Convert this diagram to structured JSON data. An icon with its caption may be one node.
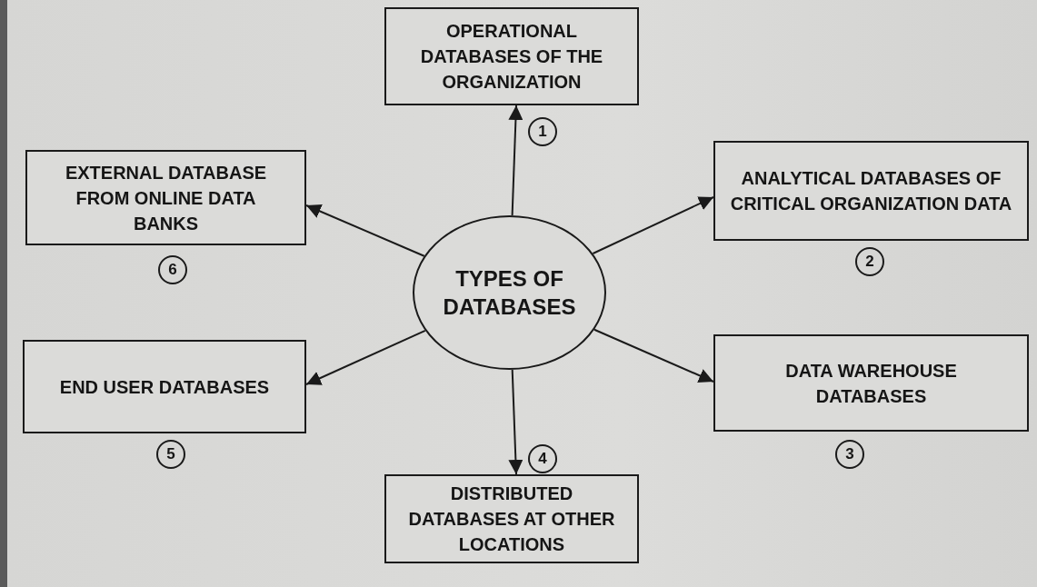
{
  "diagram": {
    "nodes": [
      {
        "text": [
          "TYPES OF DATABASES"
        ]
      },
      {
        "text": [
          "OPERATIONAL DATABASES OF THE ORGANIZATION"
        ],
        "beside": [
          "1"
        ]
      },
      {
        "text": [
          "ANALYTICAL DATABASES OF CRITICAL ORGANIZATION DATA"
        ],
        "beside": [
          "2"
        ]
      },
      {
        "text": [
          "DATA WAREHOUSE DATABASES"
        ],
        "beside": [
          "3"
        ]
      },
      {
        "text": [
          "DISTRIBUTED DATABASES AT OTHER LOCATIONS"
        ],
        "beside": [
          "4"
        ]
      },
      {
        "text": [
          "END USER DATABASES"
        ],
        "beside": [
          "5"
        ]
      },
      {
        "text": [
          "EXTERNAL DATABASE FROM ONLINE DATA BANKS"
        ],
        "beside": [
          "6"
        ]
      }
    ],
    "edges": [
      {
        "from": 0,
        "to": 1,
        "arrow": "to"
      },
      {
        "from": 0,
        "to": 2,
        "arrow": "to"
      },
      {
        "from": 0,
        "to": 3,
        "arrow": "to"
      },
      {
        "from": 0,
        "to": 4,
        "arrow": "to"
      },
      {
        "from": 0,
        "to": 5,
        "arrow": "to"
      },
      {
        "from": 0,
        "to": 6,
        "arrow": "to"
      }
    ]
  }
}
